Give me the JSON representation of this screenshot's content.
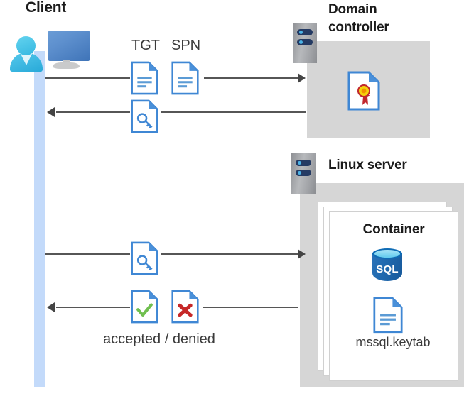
{
  "diagram": {
    "title_client": "Client",
    "title_domain_controller": "Domain\ncontroller",
    "title_domain_controller_line1": "Domain",
    "title_domain_controller_line2": "controller",
    "title_linux_server": "Linux server",
    "title_container": "Container",
    "label_tgt": "TGT",
    "label_spn": "SPN",
    "label_keytab": "mssql.keytab",
    "label_accepted_denied": "accepted / denied"
  },
  "icons": {
    "client": "client-workstation-icon",
    "domain_controller_server": "server-icon",
    "linux_server": "server-icon",
    "certificate": "certificate-document-icon",
    "tgt_document": "document-icon",
    "spn_document": "document-icon",
    "ticket_key_document": "key-document-icon",
    "request_key_document": "key-document-icon",
    "accepted_document": "check-document-icon",
    "denied_document": "cross-document-icon",
    "sql_database": "sql-database-icon",
    "keytab_document": "document-icon"
  },
  "flows": [
    {
      "name": "client-to-dc-request",
      "direction": "right"
    },
    {
      "name": "dc-to-client-ticket",
      "direction": "left"
    },
    {
      "name": "client-to-linux-request",
      "direction": "right"
    },
    {
      "name": "linux-to-client-response",
      "direction": "left"
    }
  ],
  "colors": {
    "lifeline": "#c3dafa",
    "panel": "#d6d6d6",
    "doc_blue": "#3f87d4",
    "doc_fold": "#3f87d4",
    "accent_check": "#70bf4f",
    "accent_cross": "#c62828",
    "cert_gold": "#f5d20c",
    "cert_ribbon": "#c1272d",
    "sql_blue": "#1f68ae",
    "arrow": "#505050",
    "text": "#1b1b1b"
  }
}
